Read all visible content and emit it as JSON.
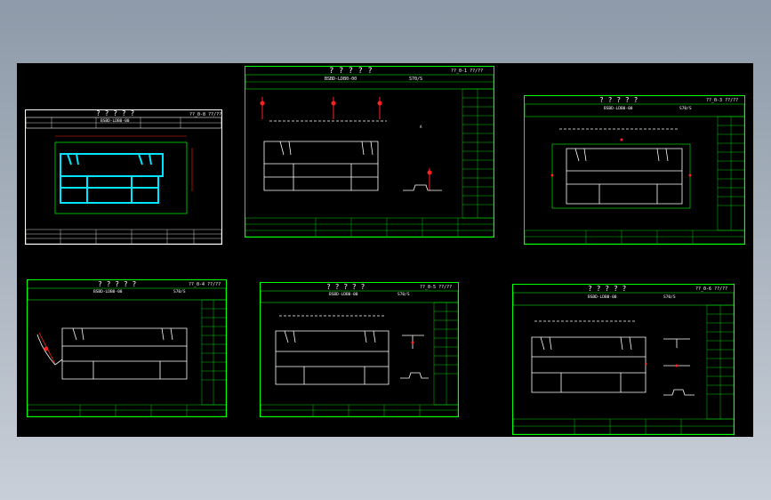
{
  "colors": {
    "background": "#000000",
    "border": "#ffffff",
    "titleblock": "#00ff00",
    "geometry": "#ffffff",
    "dimension": "#ff2020",
    "highlight": "#00e5ff",
    "note": "#ffff00"
  },
  "sheets": [
    {
      "id": "sheet-1",
      "header": "? ? ? ? ?",
      "tag": "??_0-8 ??/??",
      "code": "BSBD-LDB0-00",
      "scale": "",
      "highlight": true
    },
    {
      "id": "sheet-2",
      "header": "? ? ? ? ?",
      "tag": "??_0-1 ??/??",
      "code": "BSBD-LDB0-00",
      "scale": "S70/S",
      "highlight": false
    },
    {
      "id": "sheet-3",
      "header": "? ? ? ? ?",
      "tag": "??_0-3 ??/??",
      "code": "BSBD-LDB0-00",
      "scale": "S70/S",
      "highlight": false
    },
    {
      "id": "sheet-4",
      "header": "? ? ? ? ?",
      "tag": "??_0-4 ??/??",
      "code": "BSBD-LDB0-00",
      "scale": "S70/S",
      "highlight": false
    },
    {
      "id": "sheet-5",
      "header": "? ? ? ? ?",
      "tag": "??_0-5 ??/??",
      "code": "BSBD-LDB0-00",
      "scale": "S70/S",
      "highlight": false
    },
    {
      "id": "sheet-6",
      "header": "? ? ? ? ?",
      "tag": "??_0-6 ??/??",
      "code": "BSBD-LDB0-00",
      "scale": "S70/S",
      "highlight": false
    }
  ]
}
